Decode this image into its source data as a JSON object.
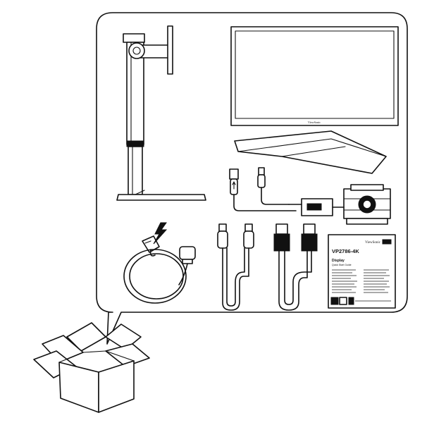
{
  "monitor_brand": "ViewSonic",
  "guide": {
    "brand": "ViewSonic",
    "model": "VP2786-4K",
    "heading": "Display",
    "subheading": "Quick Start Guide"
  },
  "colors": {
    "line": "#111111",
    "fill": "#ffffff"
  }
}
